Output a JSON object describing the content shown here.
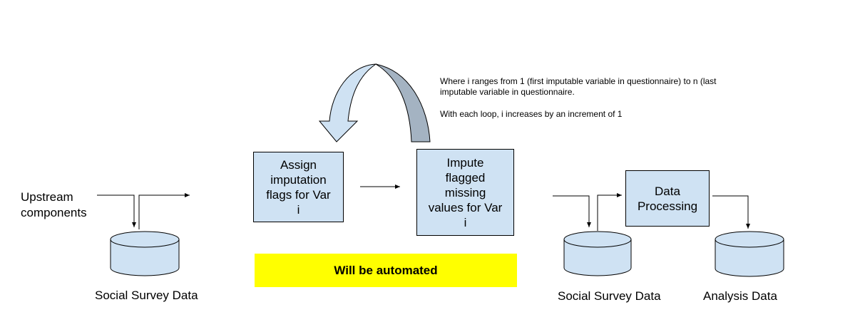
{
  "colors": {
    "box_fill": "#cfe2f3",
    "arrow_front": "#cfe2f3",
    "arrow_back": "#a4b3c2",
    "banner_fill": "#ffff00",
    "stroke": "#000000"
  },
  "left": {
    "input_label_line1": "Upstream",
    "input_label_line2": "components",
    "db_label": "Social Survey Data"
  },
  "loop": {
    "step1": {
      "lines": [
        "Assign",
        "imputation",
        "flags for Var",
        "i"
      ]
    },
    "step2": {
      "lines": [
        "Impute",
        "flagged",
        "missing",
        "values for Var",
        "i"
      ]
    },
    "note_line1": "Where i ranges from 1 (first imputable variable in questionnaire) to n (last",
    "note_line2": "imputable variable in questionnaire.",
    "note_line3": "With each loop, i increases by an increment of 1",
    "banner": "Will be automated"
  },
  "right": {
    "db1_label": "Social Survey Data",
    "process": {
      "lines": [
        "Data",
        "Processing"
      ]
    },
    "db2_label": "Analysis Data"
  }
}
